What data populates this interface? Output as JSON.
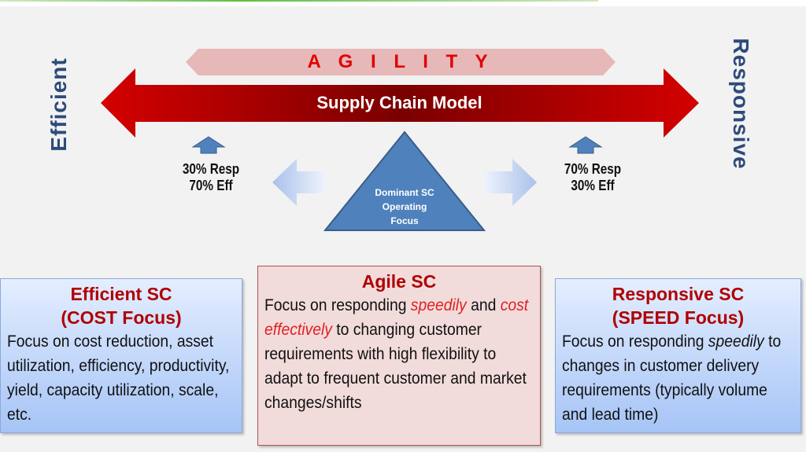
{
  "banner": {
    "agility": "A G I L I T Y",
    "model": "Supply Chain Model"
  },
  "axis": {
    "left": "Efficient",
    "right": "Responsive"
  },
  "left_mix": {
    "line1": "30% Resp",
    "line2": "70% Eff"
  },
  "right_mix": {
    "line1": "70% Resp",
    "line2": "30% Eff"
  },
  "triangle": {
    "line1": "Dominant SC",
    "line2": "Operating",
    "line3": "Focus"
  },
  "boxes": {
    "efficient": {
      "title1": "Efficient SC",
      "title2": "(COST Focus)",
      "body": "Focus on cost reduction, asset utilization, efficiency, productivity, yield, capacity utilization, scale, etc."
    },
    "agile": {
      "title": "Agile SC",
      "t1": "Focus on responding ",
      "t2": "speedily",
      "t3": " and ",
      "t4": "cost effectively",
      "t5": " to changing customer requirements with high flexibility to adapt to frequent customer and market changes/shifts"
    },
    "responsive": {
      "title1": "Responsive SC",
      "title2": "(SPEED Focus)",
      "t1": "Focus on responding ",
      "t2": "speedily",
      "t3": " to changes in customer delivery requirements (typically volume and lead time)"
    }
  },
  "colors": {
    "arrow": "#c00000",
    "title": "#b00000",
    "blue": "#4f81bd"
  }
}
